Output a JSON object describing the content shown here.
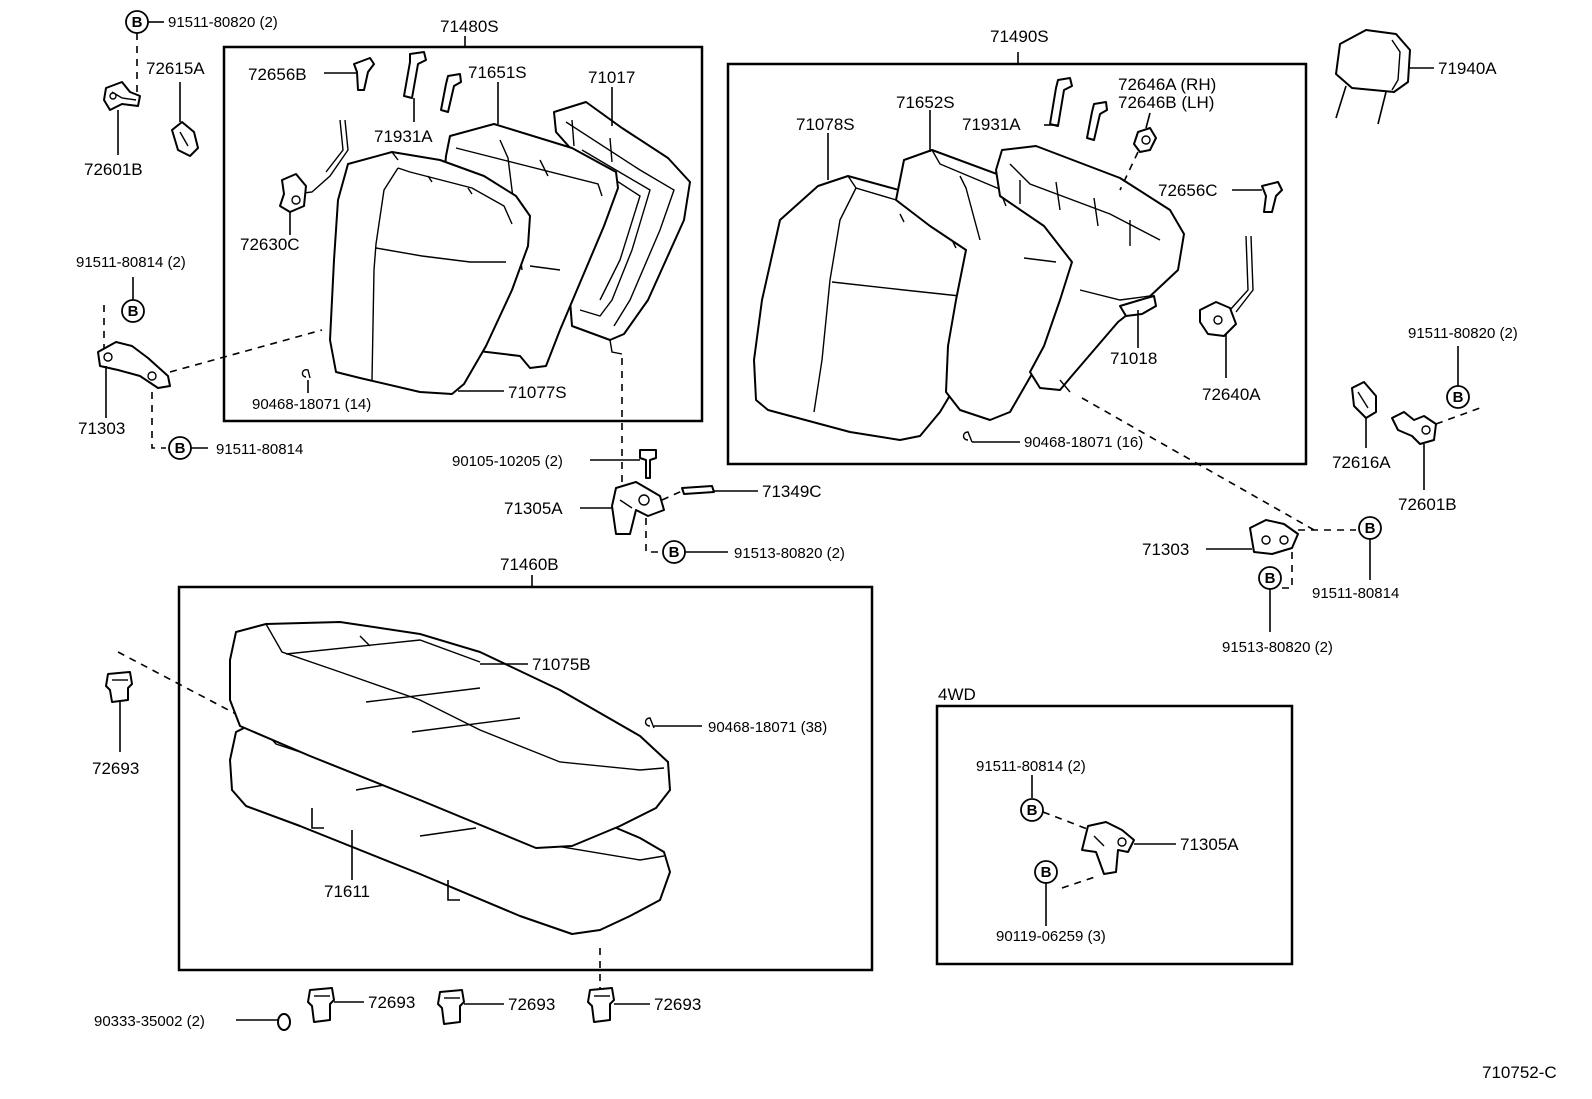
{
  "figure_code": "710752-C",
  "bolt_marker": "B",
  "group_4wd": "4WD",
  "parts": {
    "p71480S": "71480S",
    "p71490S": "71490S",
    "p71460B": "71460B",
    "p71940A": "71940A",
    "p91511_80820_2_top": "91511-80820 (2)",
    "p72615A": "72615A",
    "p72601B_left": "72601B",
    "p72656B": "72656B",
    "p71931A_left": "71931A",
    "p71651S": "71651S",
    "p71017": "71017",
    "p72630C": "72630C",
    "p91511_80814_2_left": "91511-80814 (2)",
    "p71303_left": "71303",
    "p91511_80814_left": "91511-80814",
    "p90468_18071_14": "90468-18071 (14)",
    "p71077S": "71077S",
    "p90105_10205_2": "90105-10205 (2)",
    "p71305A_mid": "71305A",
    "p71349C": "71349C",
    "p91513_80820_2_mid": "91513-80820 (2)",
    "p71078S": "71078S",
    "p71652S": "71652S",
    "p71931A_right": "71931A",
    "p72646A_RH": "72646A (RH)",
    "p72646B_LH": "72646B (LH)",
    "p72656C": "72656C",
    "p71018": "71018",
    "p72640A": "72640A",
    "p90468_18071_16": "90468-18071 (16)",
    "p91511_80820_2_right": "91511-80820 (2)",
    "p72616A": "72616A",
    "p72601B_right": "72601B",
    "p71303_right": "71303",
    "p91511_80814_right": "91511-80814",
    "p91513_80820_2_right": "91513-80820 (2)",
    "p71075B": "71075B",
    "p90468_18071_38": "90468-18071 (38)",
    "p72693_left": "72693",
    "p71611": "71611",
    "p90333_35002_2": "90333-35002 (2)",
    "p72693_b1": "72693",
    "p72693_b2": "72693",
    "p72693_b3": "72693",
    "p91511_80814_2_4wd": "91511-80814 (2)",
    "p71305A_4wd": "71305A",
    "p90119_06259_3": "90119-06259 (3)"
  }
}
